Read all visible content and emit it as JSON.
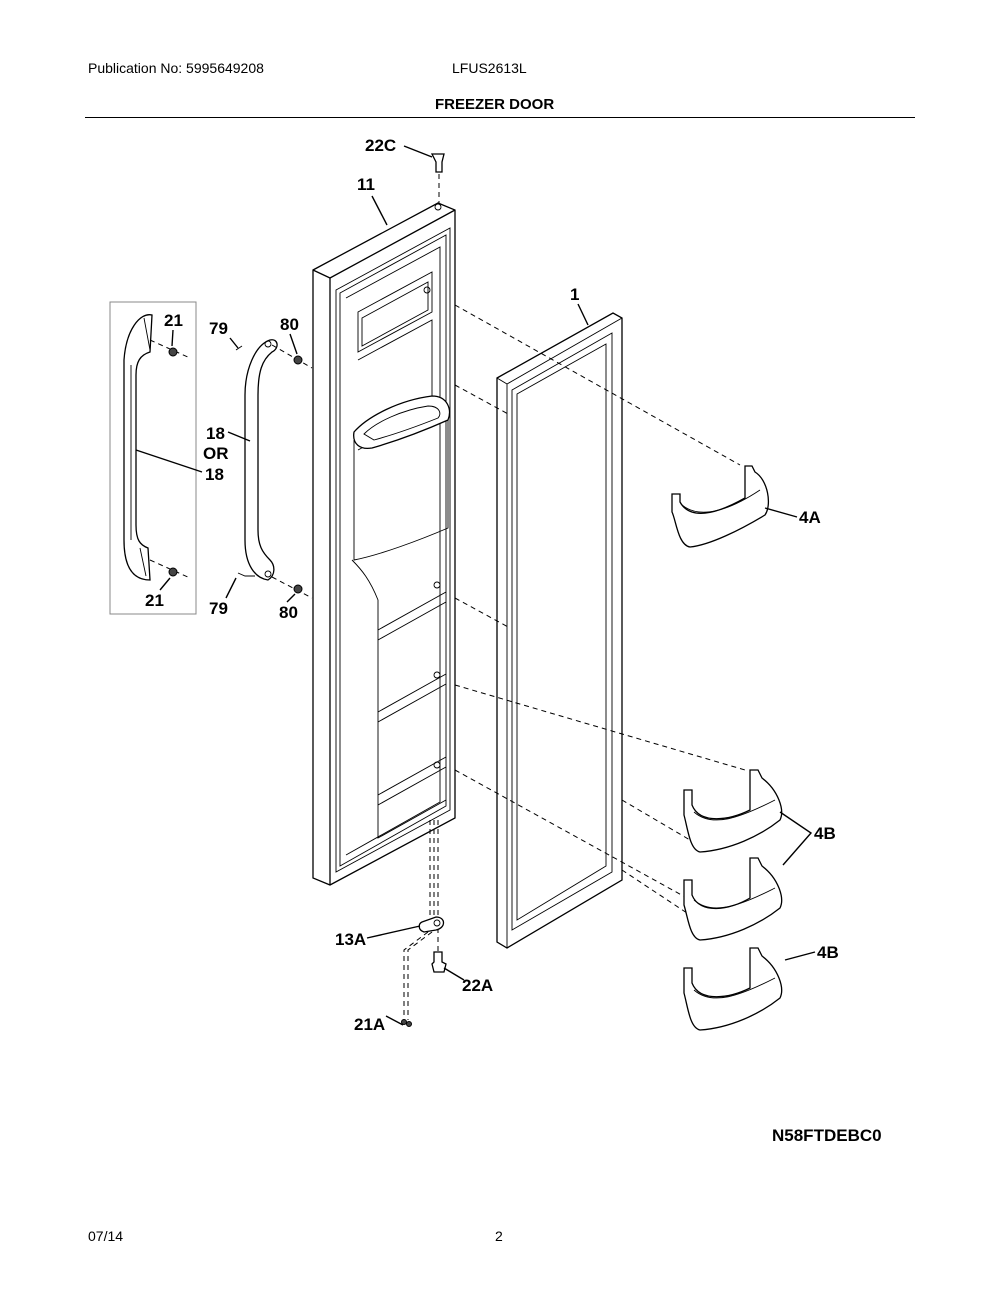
{
  "header": {
    "publication": "Publication No: 5995649208",
    "model": "LFUS2613L",
    "section_title": "FREEZER DOOR"
  },
  "diagram": {
    "callouts": {
      "c22C": "22C",
      "c11": "11",
      "c1": "1",
      "c21_top": "21",
      "c21_bottom": "21",
      "c79_top": "79",
      "c79_bottom": "79",
      "c80_top": "80",
      "c80_bottom": "80",
      "c18_a": "18",
      "c_or": "OR",
      "c18_b": "18",
      "c4A": "4A",
      "c4B_pair": "4B",
      "c4B_single": "4B",
      "c13A": "13A",
      "c22A": "22A",
      "c21A": "21A"
    },
    "drawing_code": "N58FTDEBC0"
  },
  "footer": {
    "date": "07/14",
    "page": "2"
  }
}
